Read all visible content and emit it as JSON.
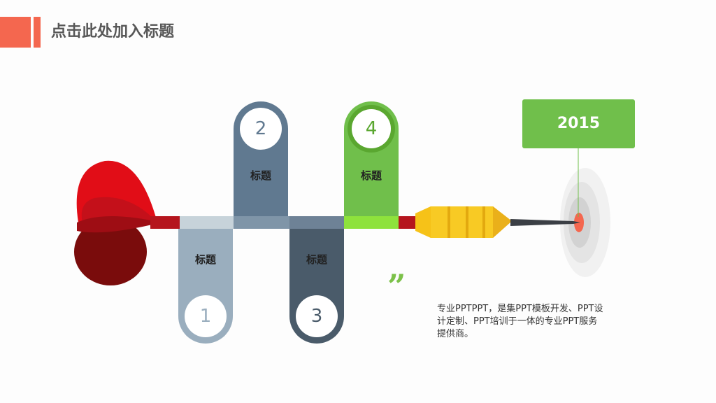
{
  "header": {
    "title": "点击此处加入标题"
  },
  "steps": [
    {
      "num": "1",
      "label": "标题"
    },
    {
      "num": "2",
      "label": "标题"
    },
    {
      "num": "3",
      "label": "标题"
    },
    {
      "num": "4",
      "label": "标题"
    }
  ],
  "year": "2015",
  "quote_glyph": "”",
  "description": "专业PPTPPT，是集PPT模板开发、PPT设计定制、PPT培训于一体的专业PPT服务提供商。",
  "colors": {
    "accent": "#f4674f",
    "step1": "#9aaebe",
    "step2": "#607990",
    "step3": "#4a5b6a",
    "step4": "#70bf4b",
    "dart_red": "#c0121b",
    "dart_yellow": "#f6c218"
  }
}
